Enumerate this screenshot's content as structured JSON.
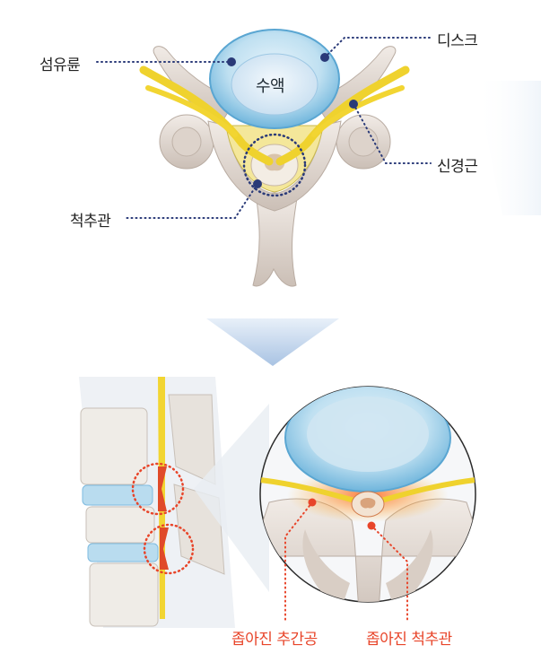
{
  "top_diagram": {
    "labels": {
      "annulus": "섬유륜",
      "disc": "디스크",
      "csf": "수액",
      "nerve_root": "신경근",
      "spinal_canal": "척추관"
    }
  },
  "bottom_diagram": {
    "labels": {
      "narrowed_foramen": "좁아진 추간공",
      "narrowed_canal": "좁아진 척추관"
    }
  },
  "colors": {
    "disc_blue": "#7ec3e6",
    "bone": "#e4dcd6",
    "nerve_yellow": "#f2d532",
    "leader_dots": "#2a3a78",
    "highlight_red": "#e8452a",
    "arrow_blue": "#bcd3ec"
  }
}
